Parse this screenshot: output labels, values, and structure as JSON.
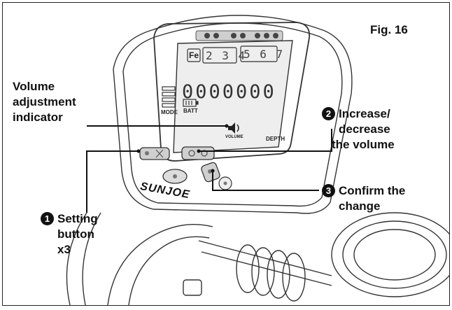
{
  "figure_label": "Fig. 16",
  "brand": "SUNJOE",
  "display": {
    "fe_label": "Fe",
    "segments_a": "2 3 4",
    "segments_b": "5 6 7",
    "digits": "0000000",
    "mode_label": "MODE",
    "battery_label": "BATT",
    "volume_label": "VOLUME",
    "depth_label": "DEPTH"
  },
  "callouts": {
    "volume_indicator": {
      "line1": "Volume",
      "line2": "adjustment",
      "line3": "indicator"
    },
    "setting_button": {
      "number": "1",
      "line1": "Setting",
      "line2": "button",
      "line3": "x3"
    },
    "increase_decrease": {
      "number": "2",
      "line1": "Increase/",
      "line2": "decrease",
      "line3": "the volume"
    },
    "confirm_change": {
      "number": "3",
      "line1": "Confirm the",
      "line2": "change"
    }
  }
}
